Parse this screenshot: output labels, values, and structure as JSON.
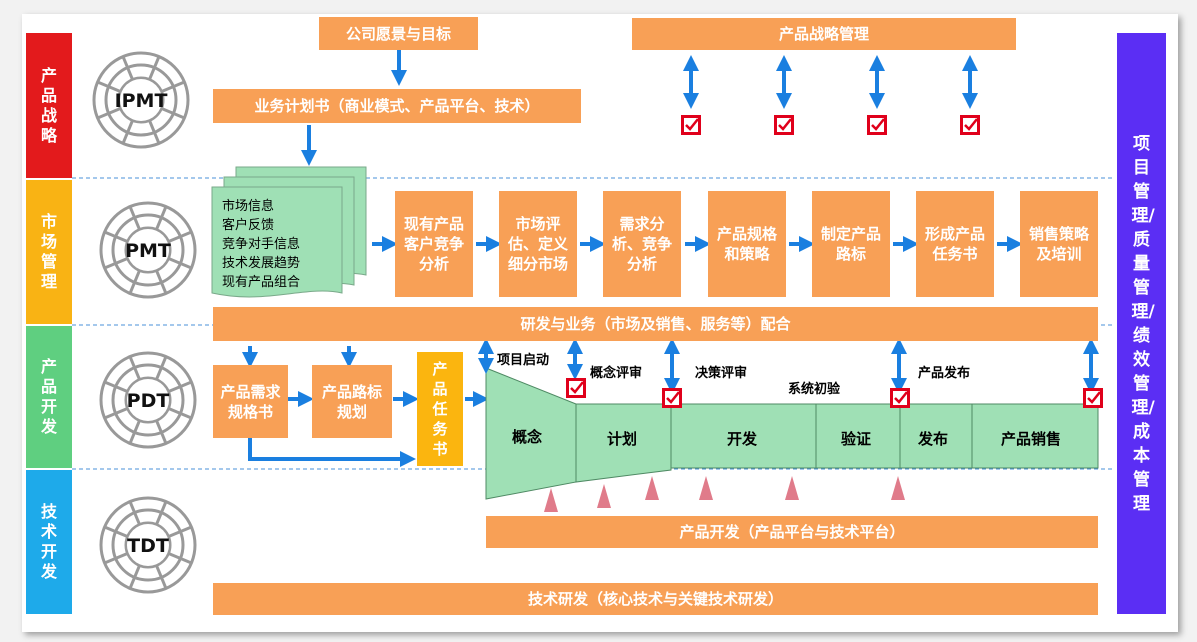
{
  "lanes": [
    {
      "label": "产品战略",
      "color": "#e31a1c"
    },
    {
      "label": "市场管理",
      "color": "#f9b314"
    },
    {
      "label": "产品开发",
      "color": "#5fcf80"
    },
    {
      "label": "技术开发",
      "color": "#1eaaea"
    }
  ],
  "circles": [
    "IPMT",
    "PMT",
    "PDT",
    "TDT"
  ],
  "strategy": {
    "vision": "公司愿景与目标",
    "plan": "业务计划书（商业模式、产品平台、技术）",
    "portfolio": "产品战略管理"
  },
  "market": {
    "doc_lines": [
      "市场信息",
      "客户反馈",
      "竞争对手信息",
      "技术发展趋势",
      "现有产品组合"
    ],
    "steps": [
      "现有产品客户竞争分析",
      "市场评估、定义细分市场",
      "需求分析、竞争分析",
      "产品规格和策略",
      "制定产品路标",
      "形成产品任务书",
      "销售策略及培训"
    ]
  },
  "development": {
    "collab": "研发与业务（市场及销售、服务等）配合",
    "req_spec": "产品需求规格书",
    "roadmap": "产品路标规划",
    "charter": "产品任务书",
    "milestones": [
      "项目启动",
      "概念评审",
      "决策评审",
      "系统初验",
      "产品发布"
    ],
    "phases": [
      "概念",
      "计划",
      "开发",
      "验证",
      "发布",
      "产品销售"
    ]
  },
  "technology": {
    "platform": "产品开发（产品平台与技术平台）",
    "research": "技术研发（核心技术与关键技术研发）"
  },
  "side_bar": "项目管理/质量管理/绩效管理/成本管理",
  "colors": {
    "orange": "#f8a056",
    "yellow": "#fbb50f",
    "green": "#9fe0b5",
    "purple": "#5b2ef4",
    "arrow": "#1a7fe0",
    "check": "#e0001b"
  }
}
